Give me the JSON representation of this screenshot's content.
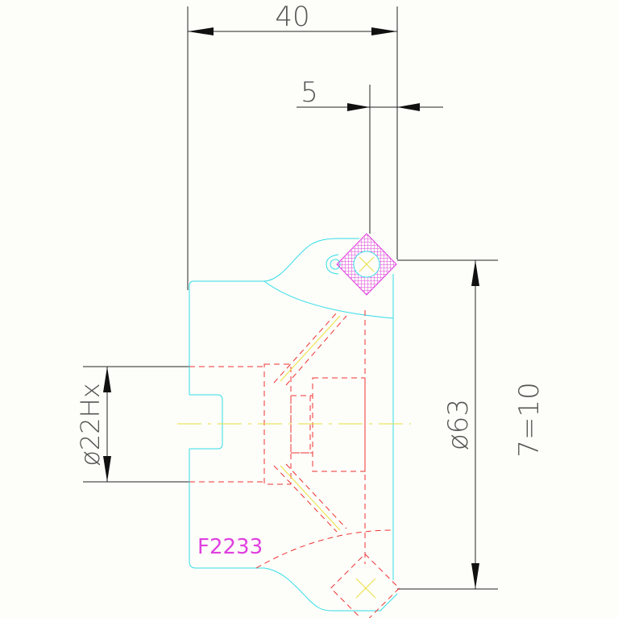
{
  "drawing": {
    "dimensions": {
      "width_top": "40",
      "offset_top": "5",
      "bore": "ø22Hx",
      "outer_diameter": "ø63",
      "pitch": "7=10"
    },
    "part_label": "F2233",
    "colors": {
      "background": "#fdfdf9",
      "dimension_lines": "#222222",
      "outline": "#33dde8",
      "hidden_lines": "#ee3333",
      "centerlines": "#e8e040",
      "hatch": "#e040e0",
      "label": "#e040e0"
    }
  }
}
